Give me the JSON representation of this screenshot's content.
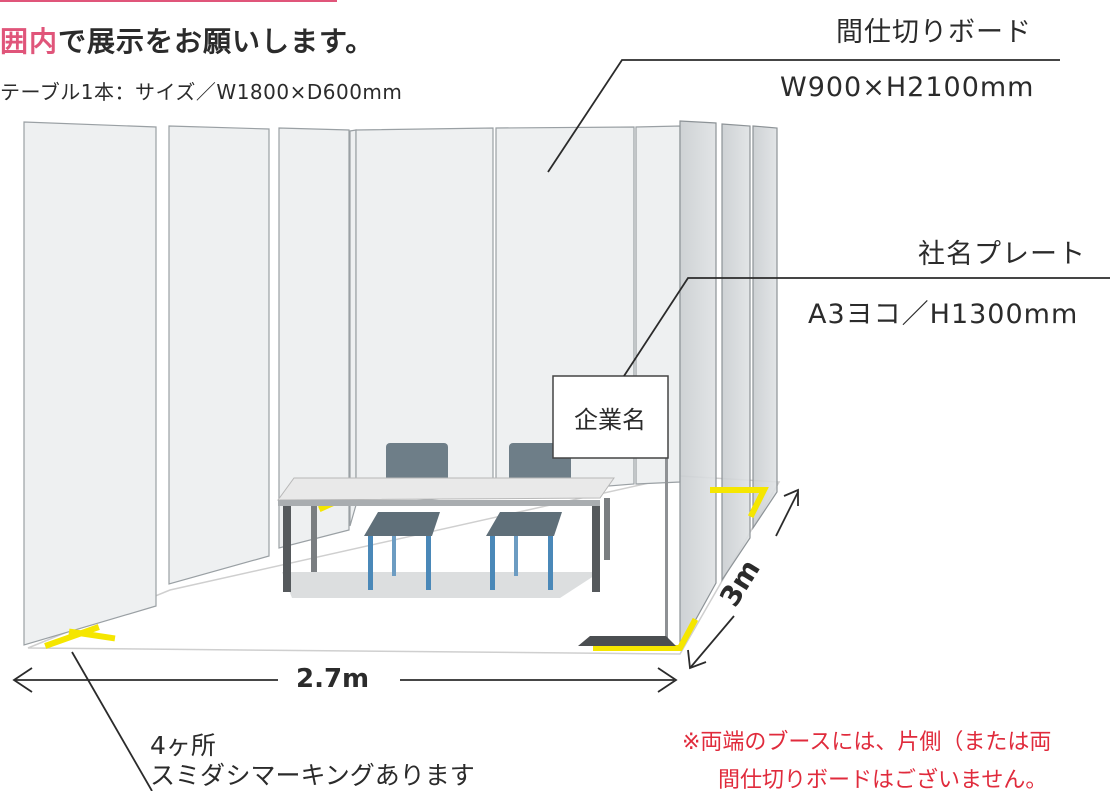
{
  "heading": {
    "accent": "囲内",
    "rest": "で展示をお願いします。"
  },
  "table_spec": "テーブル1本：サイズ／W1800×D600mm",
  "partition": {
    "title": "間仕切りボード",
    "size": "W900×H2100mm"
  },
  "nameplate": {
    "title": "社名プレート",
    "size": "A3ヨコ／H1300mm",
    "sign_text": "企業名"
  },
  "dimensions": {
    "width": "2.7m",
    "depth": "3m"
  },
  "marking": {
    "count": "4ヶ所",
    "text": "スミダシマーキングあります"
  },
  "note": {
    "line1": "※両端のブースには、片側（または両",
    "line2": "間仕切りボードはございません。"
  },
  "colors": {
    "accent_pink": "#e0557a",
    "marking_yellow": "#f5e600",
    "note_red": "#e02b3c",
    "chair": "#6e7e88",
    "table_top": "#e9e9e9",
    "panel": "#eef0f1"
  }
}
